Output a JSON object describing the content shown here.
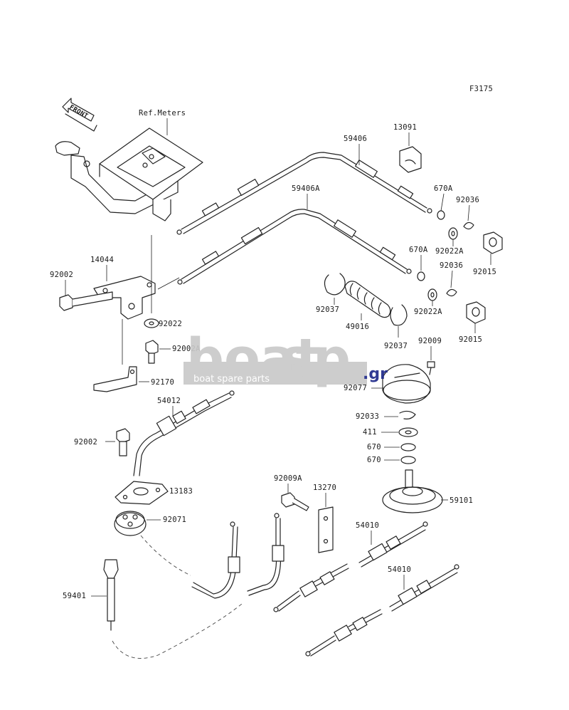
{
  "figure_code": "F3175",
  "front_label": "FRONT",
  "ref_meters": "Ref.Meters",
  "parts": {
    "p13091": "13091",
    "p59406": "59406",
    "p59406A": "59406A",
    "p670A_1": "670A",
    "p92036_1": "92036",
    "p92022A_1": "92022A",
    "p92015_1": "92015",
    "p670A_2": "670A",
    "p92036_2": "92036",
    "p92022A_2": "92022A",
    "p92015_2": "92015",
    "p14044": "14044",
    "p92002_1": "92002",
    "p92022": "92022",
    "p92002A": "92002A",
    "p92170": "92170",
    "p92037_1": "92037",
    "p49016": "49016",
    "p92037_2": "92037",
    "p92009": "92009",
    "p92077": "92077",
    "p54012": "54012",
    "p92002_2": "92002",
    "p13183": "13183",
    "p92071": "92071",
    "p92009A": "92009A",
    "p13270": "13270",
    "p92033": "92033",
    "p411": "411",
    "p670_1": "670",
    "p670_2": "670",
    "p59101": "59101",
    "p54010_1": "54010",
    "p54010_2": "54010",
    "p59401": "59401"
  },
  "watermark": {
    "word1": "boat",
    "word2": "sp",
    "suffix": ".gr",
    "tagline": "boat spare parts",
    "color_gray": "#c9c9c9",
    "color_blue": "#1f2a8a"
  }
}
